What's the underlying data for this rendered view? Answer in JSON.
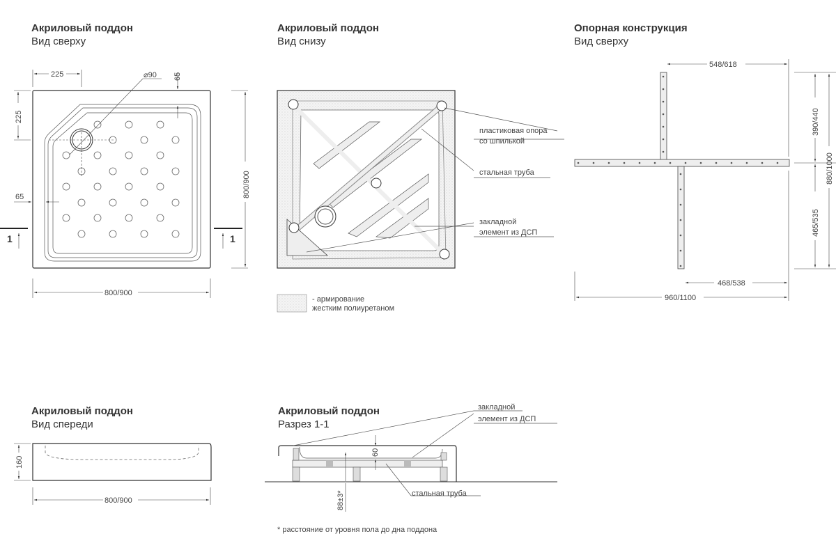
{
  "views": {
    "top": {
      "title": "Акриловый поддон",
      "subtitle": "Вид сверху",
      "dim_225_h": "225",
      "dim_225_v": "225",
      "dim_drain": "⌀90",
      "dim_65_top": "65",
      "dim_65_left": "65",
      "dim_height": "800/900",
      "dim_width": "800/900",
      "section_mark": "1"
    },
    "bottom": {
      "title": "Акриловый поддон",
      "subtitle": "Вид снизу",
      "label_support_1": "пластиковая опора",
      "label_support_2": "со шпилькой",
      "label_pipe": "стальная труба",
      "label_insert_1": "закладной",
      "label_insert_2": "элемент из ДСП",
      "legend_1": "- армирование",
      "legend_2": "жестким полиуретаном"
    },
    "frame": {
      "title": "Опорная конструкция",
      "subtitle": "Вид сверху",
      "dim_top": "548/618",
      "dim_right_top": "390/440",
      "dim_right_full": "880/1000",
      "dim_right_bottom": "465/535",
      "dim_bottom_part": "468/538",
      "dim_bottom_full": "960/1100"
    },
    "front": {
      "title": "Акриловый поддон",
      "subtitle": "Вид спереди",
      "dim_height": "160",
      "dim_width": "800/900"
    },
    "section": {
      "title": "Акриловый поддон",
      "subtitle": "Разрез 1-1",
      "label_insert_1": "закладной",
      "label_insert_2": "элемент из ДСП",
      "dim_depth": "60",
      "dim_floor": "88±3*",
      "label_pipe": "стальная труба"
    },
    "footnote": "* расстояние от уровня пола до дна поддона"
  }
}
